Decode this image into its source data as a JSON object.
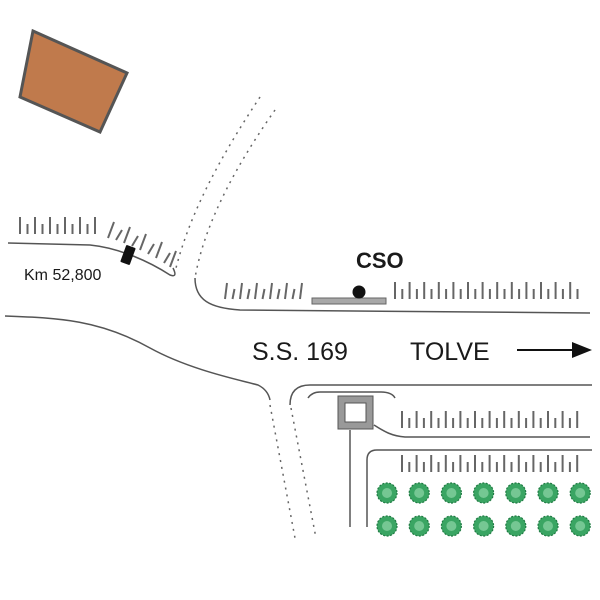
{
  "map": {
    "labels": {
      "km_marker": "Km 52,800",
      "station": "CSO",
      "road": "S.S. 169",
      "direction": "TOLVE"
    },
    "icons": {
      "direction_arrow": "arrow-right-icon",
      "station_marker": "station-dot-icon",
      "km_marker": "km-marker-icon",
      "tree": "tree-icon"
    },
    "colors": {
      "building_fill": "#c07a4c",
      "building_stroke": "#555555",
      "road_line": "#666666",
      "platform": "#a8a8a8",
      "tree": "#3aa563",
      "hatch": "#666666"
    },
    "trees": {
      "rows": 2,
      "cols": 7
    }
  }
}
